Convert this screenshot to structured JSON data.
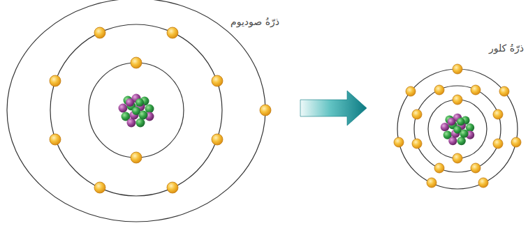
{
  "diagram": {
    "nodes": [
      {
        "text": [
          "ذرّةُ صوديوم"
        ]
      },
      {
        "text": [
          "ذرّةُ كلور"
        ]
      }
    ],
    "edges": [
      {
        "from": 0,
        "to": 1,
        "arrow": "to"
      }
    ]
  }
}
